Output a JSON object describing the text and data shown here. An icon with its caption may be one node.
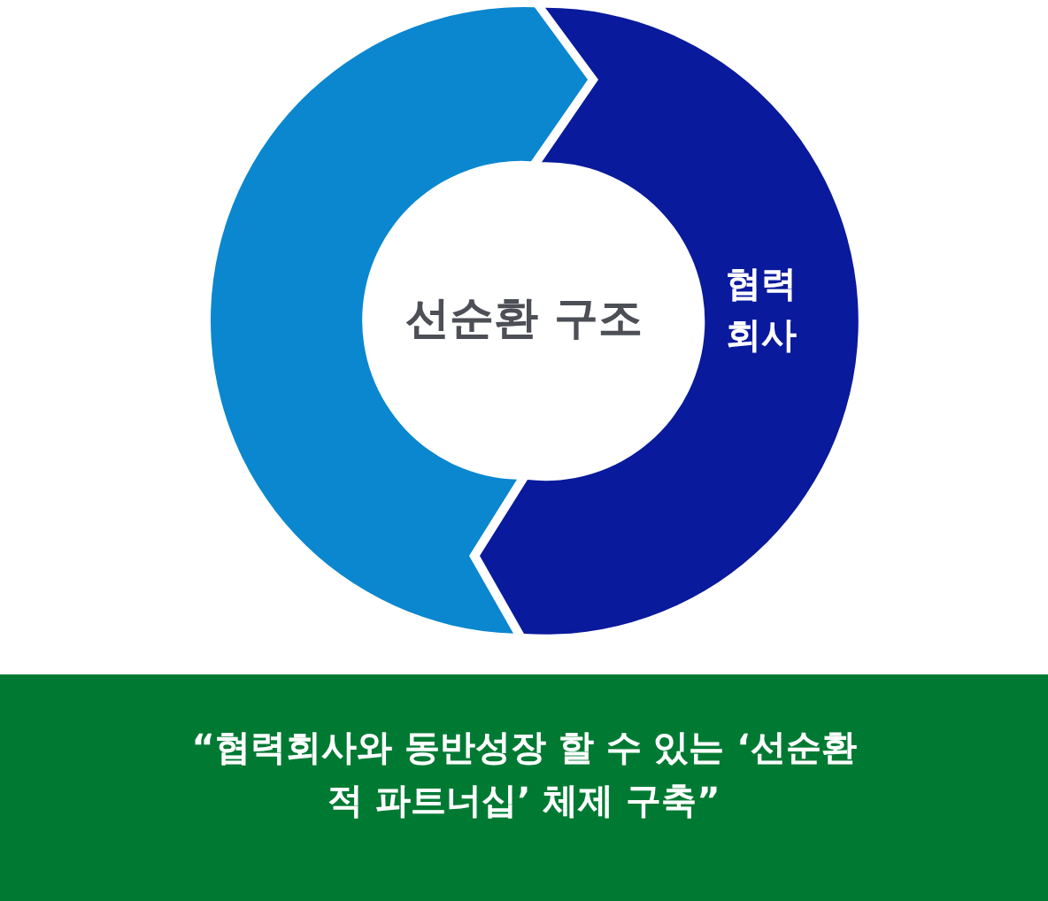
{
  "diagram": {
    "nodes": [
      {
        "text": [],
        "shape": "arc"
      },
      {
        "text": [
          "선순환 구조"
        ]
      },
      {
        "text": [
          "협력 회사"
        ]
      },
      {
        "text": [
          "“협력회사와 동반성장 할 수 있는 ‘선순환적 파트너십’ 체제 구축”"
        ]
      }
    ]
  }
}
